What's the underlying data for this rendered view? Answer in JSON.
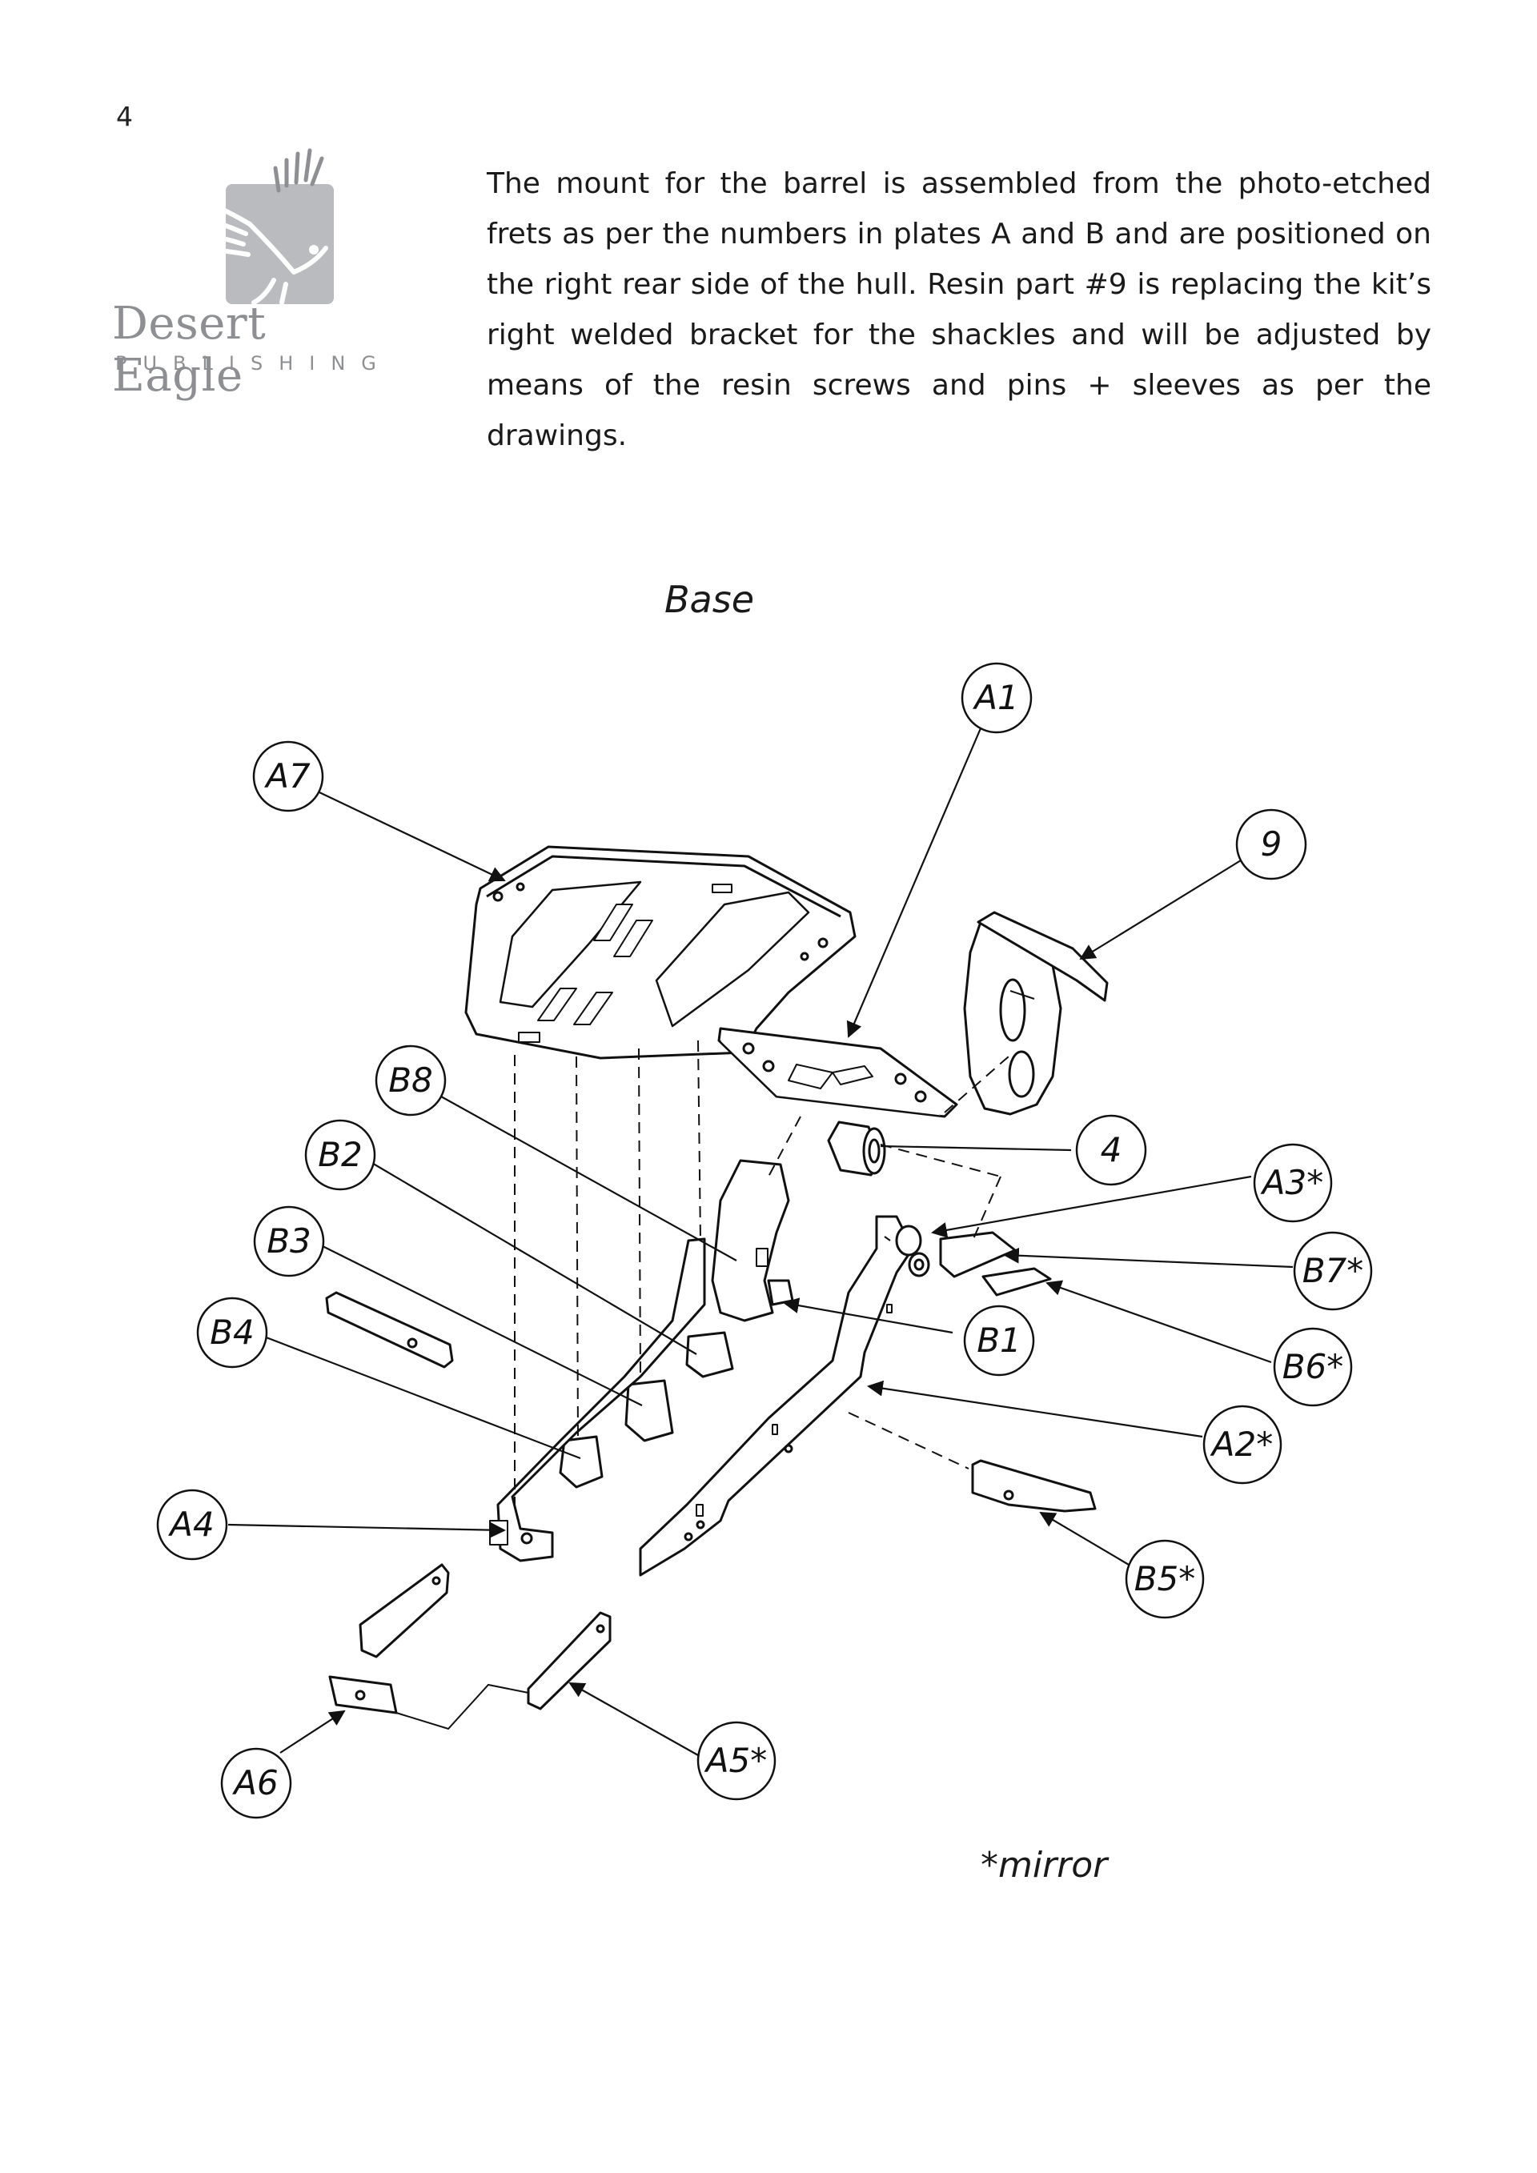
{
  "page": {
    "number": "4"
  },
  "logo": {
    "name": "Desert Eagle",
    "tagline": "PUBLISHING"
  },
  "intro": {
    "text": "The mount for the barrel is assembled from the photo-etched frets as per the numbers in plates A and B and are positioned on the right rear side of the hull. Resin part #9 is replacing the kit’s right welded bracket for the shackles and will be adjusted by means of the resin screws and pins + sleeves as per the drawings."
  },
  "diagram": {
    "title": "Base",
    "footnote": "*mirror",
    "callouts": {
      "a1": "A1",
      "a7": "A7",
      "p9": "9",
      "b8": "B8",
      "b2": "B2",
      "p4": "4",
      "a3": "A3*",
      "b3": "B3",
      "b7": "B7*",
      "b4": "B4",
      "b1": "B1",
      "b6": "B6*",
      "a2": "A2*",
      "a4": "A4",
      "b5": "B5*",
      "a6": "A6",
      "a5": "A5*"
    }
  }
}
